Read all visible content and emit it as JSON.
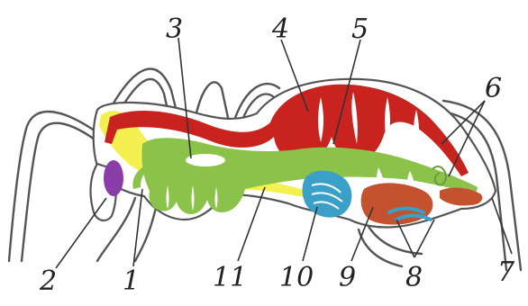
{
  "diagram": {
    "labels": {
      "l1": "1",
      "l2": "2",
      "l3": "3",
      "l4": "4",
      "l5": "5",
      "l6": "6",
      "l7": "7",
      "l8": "8",
      "l9": "9",
      "l10": "10",
      "l11": "11"
    }
  },
  "colors": {
    "heart": "#c8231e",
    "gut": "#8bc34a",
    "nerve": "#f2ee3c",
    "poison_gland": "#8a3ca8",
    "lung": "#3aa0c8",
    "silk_gland": "#c4522e",
    "outline": "#555555"
  }
}
